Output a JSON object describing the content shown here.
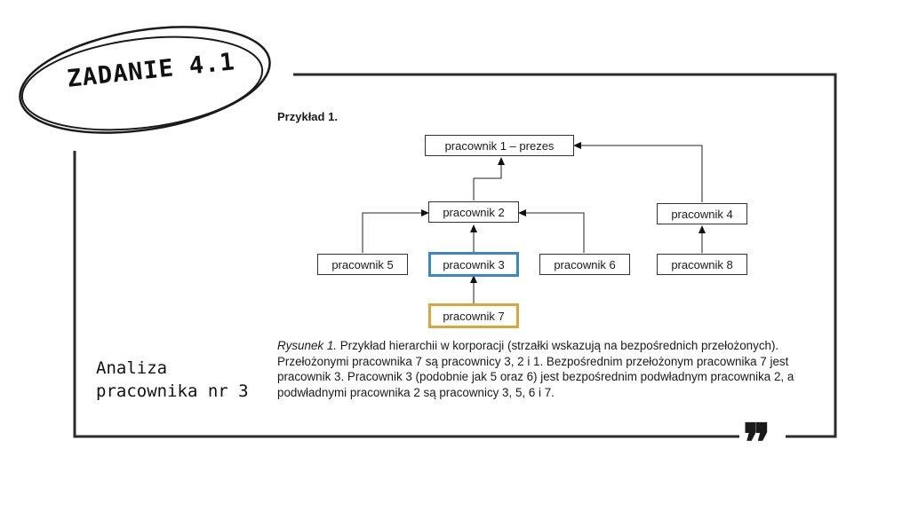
{
  "badge": {
    "title": "ZADANIE 4.1"
  },
  "side": {
    "label": "Analiza\npracownika nr 3"
  },
  "figure": {
    "section_title": "Przykład 1.",
    "nodes": {
      "n1": "pracownik 1 – prezes",
      "n2": "pracownik 2",
      "n3": "pracownik 3",
      "n4": "pracownik 4",
      "n5": "pracownik 5",
      "n6": "pracownik 6",
      "n7": "pracownik 7",
      "n8": "pracownik 8"
    },
    "edges": [
      {
        "from": "n2",
        "to": "n1"
      },
      {
        "from": "n4",
        "to": "n1"
      },
      {
        "from": "n5",
        "to": "n2"
      },
      {
        "from": "n3",
        "to": "n2"
      },
      {
        "from": "n6",
        "to": "n2"
      },
      {
        "from": "n7",
        "to": "n3"
      },
      {
        "from": "n8",
        "to": "n4"
      }
    ],
    "highlight": {
      "n3": "#3a86c8",
      "n7": "#d9a63a"
    }
  },
  "caption": {
    "figure_label": "Rysunek 1.",
    "figure_text": " Przykład hierarchii w korporacji (strzałki wskazują na bezpośrednich przełożonych).",
    "paragraph": "Przełożonymi pracownika 7 są pracownicy 3, 2 i 1. Bezpośrednim przełożonym pracownika 7 jest pracownik 3. Pracownik 3 (podobnie jak 5 oraz 6) jest bezpośrednim podwładnym pracownika 2, a podwładnymi pracownika 2 są pracownicy 3, 5, 6 i 7."
  },
  "decor": {
    "quote_icon": "quote-icon"
  }
}
